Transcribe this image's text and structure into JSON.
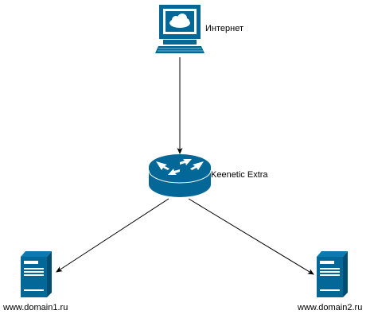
{
  "nodes": {
    "internet": {
      "label": "Интернет",
      "icon": "computer-cloud-icon"
    },
    "router": {
      "label": "Keenetic Extra",
      "icon": "router-icon"
    },
    "server1": {
      "label": "www.domain1.ru",
      "icon": "server-icon"
    },
    "server2": {
      "label": "www.domain2.ru",
      "icon": "server-icon"
    }
  },
  "colors": {
    "icon_fill": "#036897",
    "icon_light": "#ffffff",
    "edge": "#000000"
  }
}
